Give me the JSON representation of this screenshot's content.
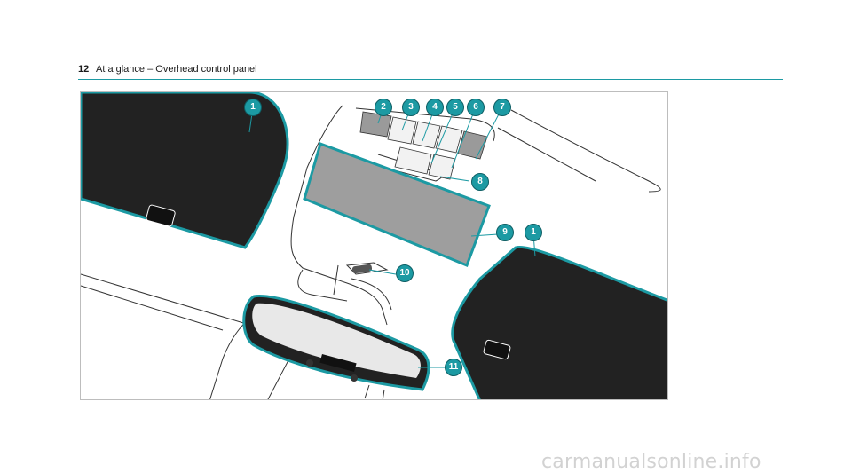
{
  "header": {
    "page_number": "12",
    "section_title": "At a glance – Overhead control panel"
  },
  "callouts": [
    {
      "label": "1"
    },
    {
      "label": "2"
    },
    {
      "label": "3"
    },
    {
      "label": "4"
    },
    {
      "label": "5"
    },
    {
      "label": "6"
    },
    {
      "label": "7"
    },
    {
      "label": "8"
    },
    {
      "label": "9"
    },
    {
      "label": "1"
    },
    {
      "label": "10"
    },
    {
      "label": "11"
    }
  ],
  "colors": {
    "accent": "#1c9aa3",
    "visor": "#222222",
    "display": "#9e9e9e"
  },
  "watermark": "carmanualsonline.info"
}
